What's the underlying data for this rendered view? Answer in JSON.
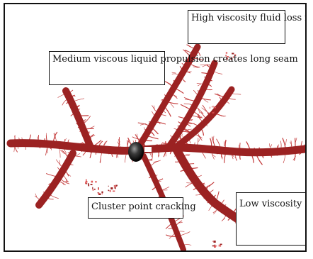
{
  "labels": {
    "high_viscosity": "High viscosity fluid loss reduction",
    "medium_viscosity": "Medium viscous liquid propulsion creates long seam",
    "cluster_point": "Cluster point cracking",
    "low_viscosity": "Low viscosity fluid expands secondary fractures"
  },
  "colors": {
    "fracture": "#9b2222",
    "fracture_light": "#c33a3a",
    "perforation": "#222222",
    "border": "#111111"
  }
}
